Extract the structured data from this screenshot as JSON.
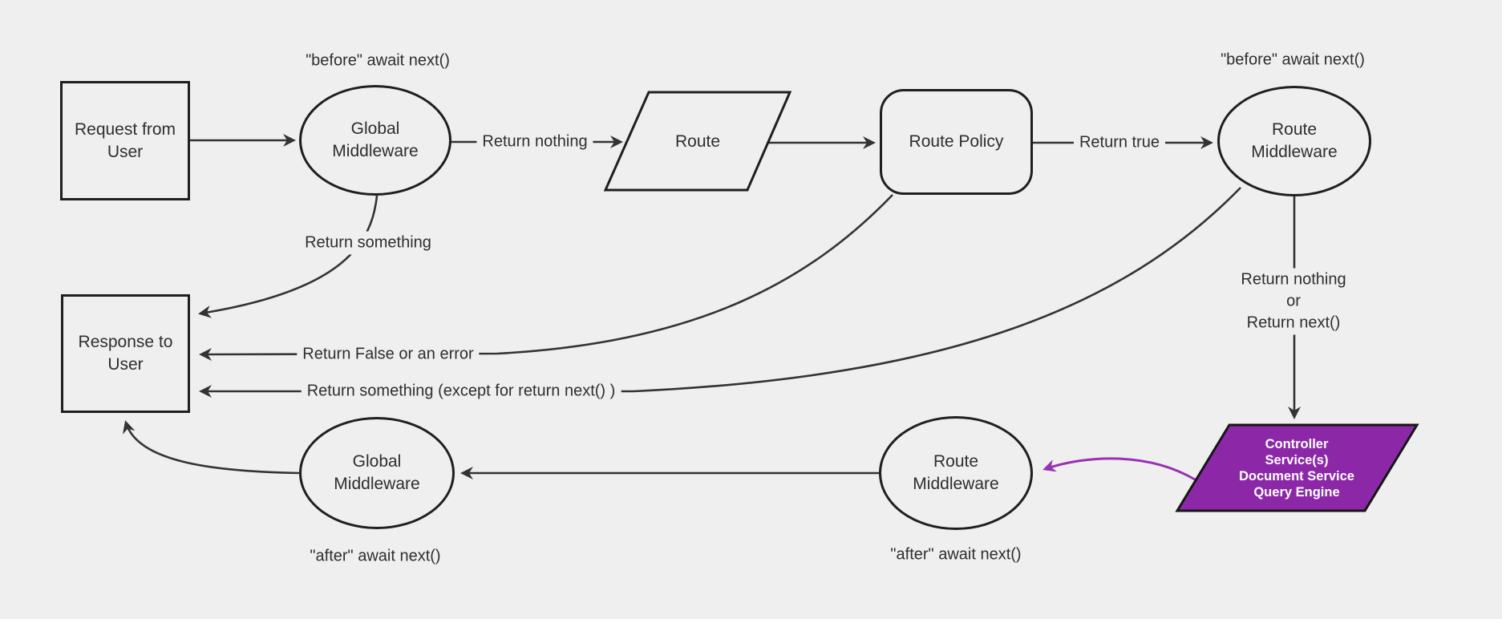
{
  "diagram_title": "Request lifecycle middleware flowchart",
  "colors": {
    "background": "#efefef",
    "node_fill": "#efefef",
    "node_border": "#1f1f1f",
    "edge": "#333333",
    "text": "#2e2e2e",
    "purple_fill": "#8c28a8",
    "purple_border": "#161616",
    "purple_edge": "#9a30b4",
    "purple_text": "#ffffff"
  },
  "nodes": {
    "request": {
      "label": "Request from\nUser",
      "shape": "rectangle"
    },
    "global_middleware_top": {
      "label": "Global\nMiddleware",
      "shape": "ellipse"
    },
    "route": {
      "label": "Route",
      "shape": "parallelogram"
    },
    "route_policy": {
      "label": "Route Policy",
      "shape": "rounded-rectangle"
    },
    "route_middleware_top": {
      "label": "Route\nMiddleware",
      "shape": "ellipse"
    },
    "response": {
      "label": "Response to\nUser",
      "shape": "rectangle"
    },
    "controller": {
      "label": "Controller\nService(s)\nDocument Service\nQuery Engine",
      "shape": "parallelogram"
    },
    "route_middleware_bottom": {
      "label": "Route\nMiddleware",
      "shape": "ellipse"
    },
    "global_middleware_bottom": {
      "label": "Global\nMiddleware",
      "shape": "ellipse"
    }
  },
  "edge_labels": {
    "before_global": "\"before\" await next()",
    "before_route": "\"before\" await next()",
    "return_nothing": "Return nothing",
    "return_true": "Return true",
    "return_something": "Return something",
    "return_false_or_error": "Return False or an error",
    "return_something_except": "Return something (except for return next() )",
    "return_nothing_or_next": "Return nothing\nor\nReturn next()",
    "after_global": "\"after\" await next()",
    "after_route": "\"after\" await next()"
  }
}
